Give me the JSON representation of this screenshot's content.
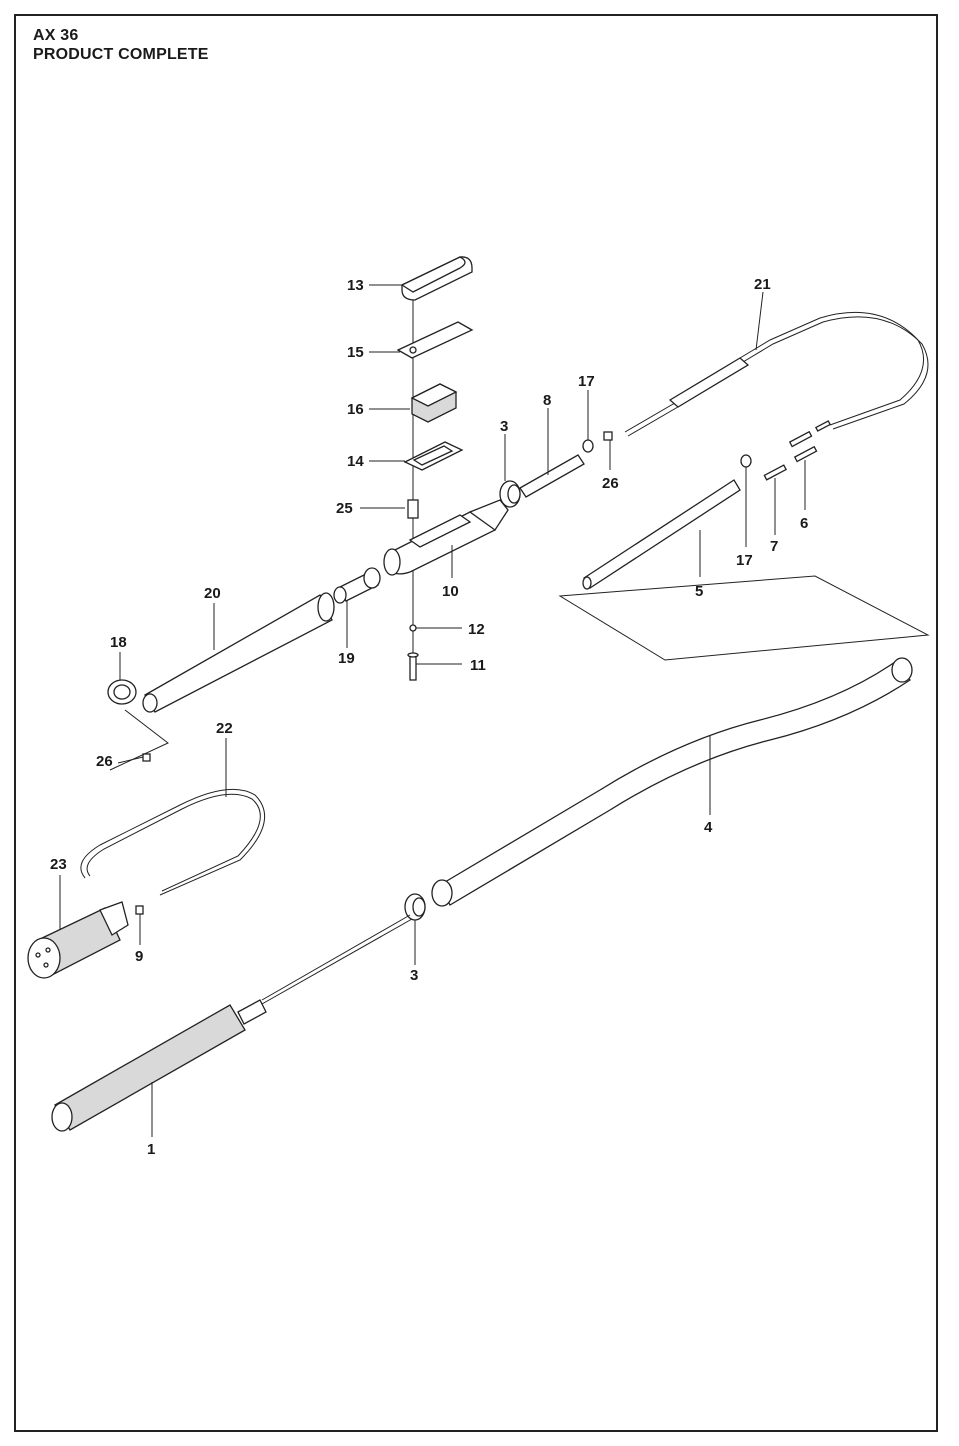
{
  "header": {
    "model": "AX 36",
    "title": "PRODUCT COMPLETE"
  },
  "callouts": {
    "n1": "1",
    "n3a": "3",
    "n3b": "3",
    "n4": "4",
    "n5": "5",
    "n6": "6",
    "n7": "7",
    "n8": "8",
    "n9": "9",
    "n10": "10",
    "n11": "11",
    "n12": "12",
    "n13": "13",
    "n14": "14",
    "n15": "15",
    "n16": "16",
    "n17a": "17",
    "n17b": "17",
    "n18": "18",
    "n19": "19",
    "n20": "20",
    "n21": "21",
    "n22": "22",
    "n23": "23",
    "n25": "25",
    "n26a": "26",
    "n26b": "26"
  }
}
